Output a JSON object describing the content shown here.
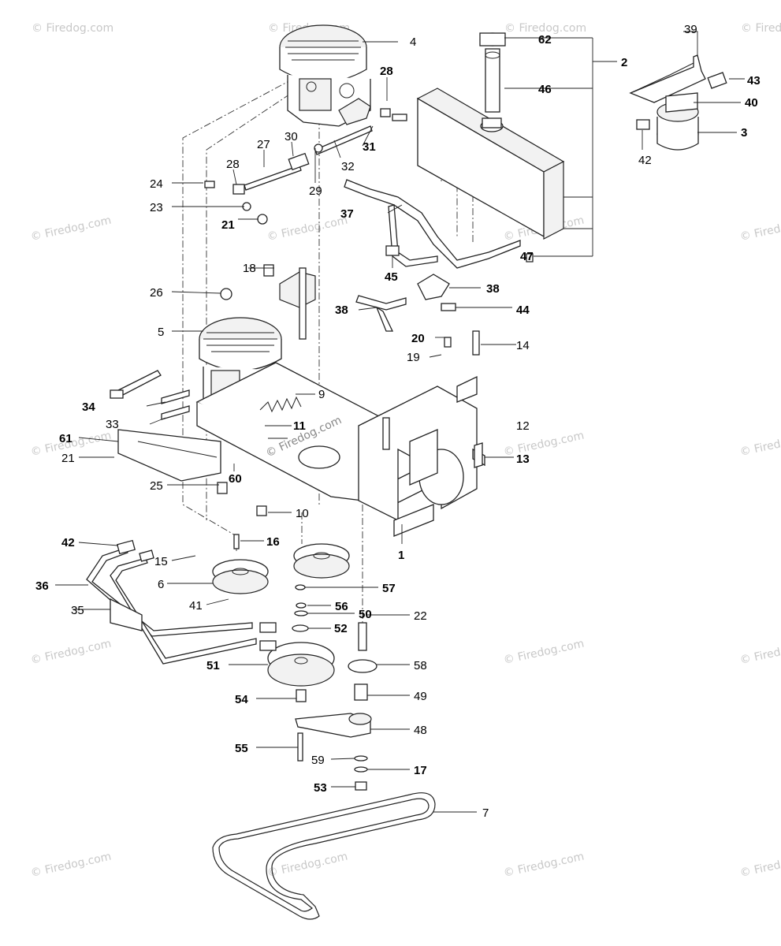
{
  "watermark": "© Firedog.com",
  "center_watermark": "© Firedog.com",
  "labels": {
    "p1": "1",
    "p2": "2",
    "p3": "3",
    "p4": "4",
    "p5": "5",
    "p6": "6",
    "p7": "7",
    "p9": "9",
    "p10": "10",
    "p11": "11",
    "p12": "12",
    "p13": "13",
    "p14": "14",
    "p15": "15",
    "p16": "16",
    "p17": "17",
    "p18": "18",
    "p19": "19",
    "p20": "20",
    "p21a": "21",
    "p21b": "21",
    "p22": "22",
    "p23": "23",
    "p24": "24",
    "p25": "25",
    "p26": "26",
    "p27": "27",
    "p28a": "28",
    "p28b": "28",
    "p29": "29",
    "p30": "30",
    "p31": "31",
    "p32": "32",
    "p33": "33",
    "p34": "34",
    "p35": "35",
    "p36": "36",
    "p37": "37",
    "p38a": "38",
    "p38b": "38",
    "p39": "39",
    "p40": "40",
    "p41": "41",
    "p42a": "42",
    "p42b": "42",
    "p43": "43",
    "p44": "44",
    "p45": "45",
    "p46": "46",
    "p47": "47",
    "p48": "48",
    "p49": "49",
    "p50": "50",
    "p51": "51",
    "p52": "52",
    "p53": "53",
    "p54": "54",
    "p55": "55",
    "p56": "56",
    "p57": "57",
    "p58": "58",
    "p59": "59",
    "p60": "60",
    "p61": "61",
    "p62": "62"
  }
}
